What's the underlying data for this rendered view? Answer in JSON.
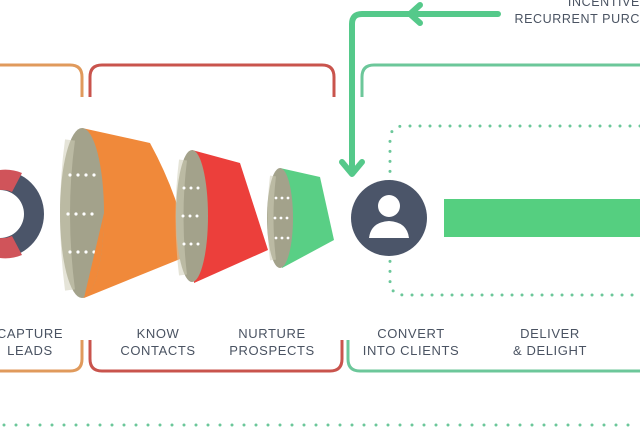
{
  "stages": [
    {
      "line1": "CAPTURE",
      "line2": "LEADS"
    },
    {
      "line1": "KNOW",
      "line2": "CONTACTS"
    },
    {
      "line1": "NURTURE",
      "line2": "PROSPECTS"
    },
    {
      "line1": "CONVERT",
      "line2": "INTO CLIENTS"
    },
    {
      "line1": "DELIVER",
      "line2": "& DELIGHT"
    }
  ],
  "incentive": {
    "line1": "INCENTIVE",
    "line2": "RECURRENT PURC"
  },
  "colors": {
    "capture": "#e09a5c",
    "know": "#c9544d",
    "nurture_bracket": "#c9544d",
    "convert": "#6cc79a",
    "magnet": "#4b5569",
    "magnet_tip": "#d0545a",
    "funnel_orange": "#f0893a",
    "funnel_red": "#ec3f3b",
    "funnel_green": "#59cf85",
    "funnel_inner": "#a3a28b",
    "funnel_inner_light": "#cfcdb8",
    "arrow": "#55c98a",
    "client": "#4b5569",
    "bar": "#55cf80",
    "dots": "#6cc79a"
  },
  "icons": [
    "magnet-icon",
    "funnel-icon",
    "client-avatar-icon",
    "arrow-icon"
  ]
}
